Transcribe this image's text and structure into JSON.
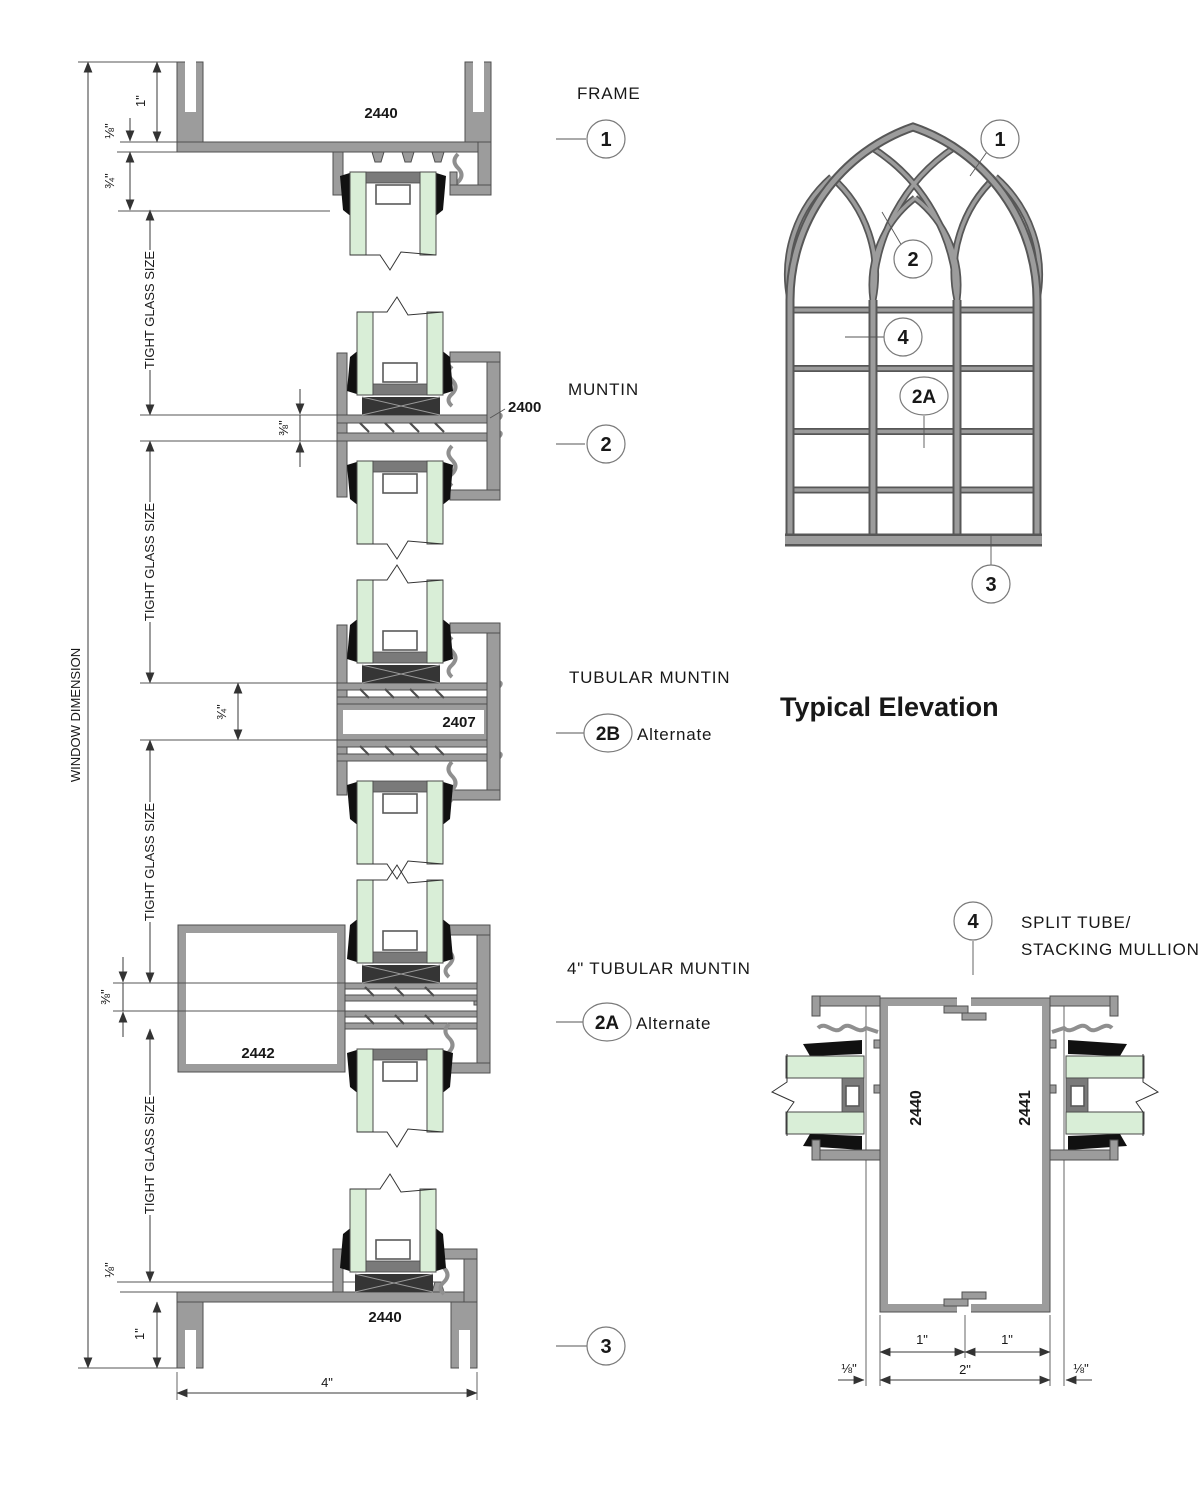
{
  "drawing": {
    "title": "Typical Elevation",
    "sections": {
      "frame": {
        "name": "FRAME",
        "callout": "1",
        "part": "2440"
      },
      "muntin": {
        "name": "MUNTIN",
        "callout": "2",
        "part": "2400"
      },
      "tubular_muntin": {
        "name": "TUBULAR MUNTIN",
        "callout": "2B",
        "note": "Alternate",
        "part": "2407"
      },
      "tubular_muntin_4in": {
        "name": "4\" TUBULAR MUNTIN",
        "callout": "2A",
        "note": "Alternate",
        "part": "2442"
      },
      "sill": {
        "callout": "3",
        "part": "2440"
      },
      "split_mullion": {
        "name_line1": "SPLIT TUBE/",
        "name_line2": "STACKING MULLION",
        "callout": "4",
        "part_left": "2440",
        "part_right": "2441"
      }
    },
    "dims": {
      "head_1in": "1\"",
      "head_eighth": "⅛\"",
      "head_three_quarter": "¾\"",
      "muntin_three_eighth": "⅜\"",
      "tubular_three_quarter": "¾\"",
      "tubular4_three_eighth": "⅜\"",
      "sill_eighth": "⅛\"",
      "sill_1in": "1\"",
      "sill_4in": "4\"",
      "tight_glass": "TIGHT GLASS SIZE",
      "window": "WINDOW DIMENSION",
      "split_1in_left": "1\"",
      "split_1in_right": "1\"",
      "split_2in": "2\"",
      "split_eighth_left": "⅛\"",
      "split_eighth_right": "⅛\""
    },
    "colors": {
      "aluminum": "#9c9c9c",
      "aluminum_dark": "#4f4f4f",
      "glass": "#d9eed7",
      "gasket": "#111111",
      "line": "#3a3a3a"
    }
  }
}
